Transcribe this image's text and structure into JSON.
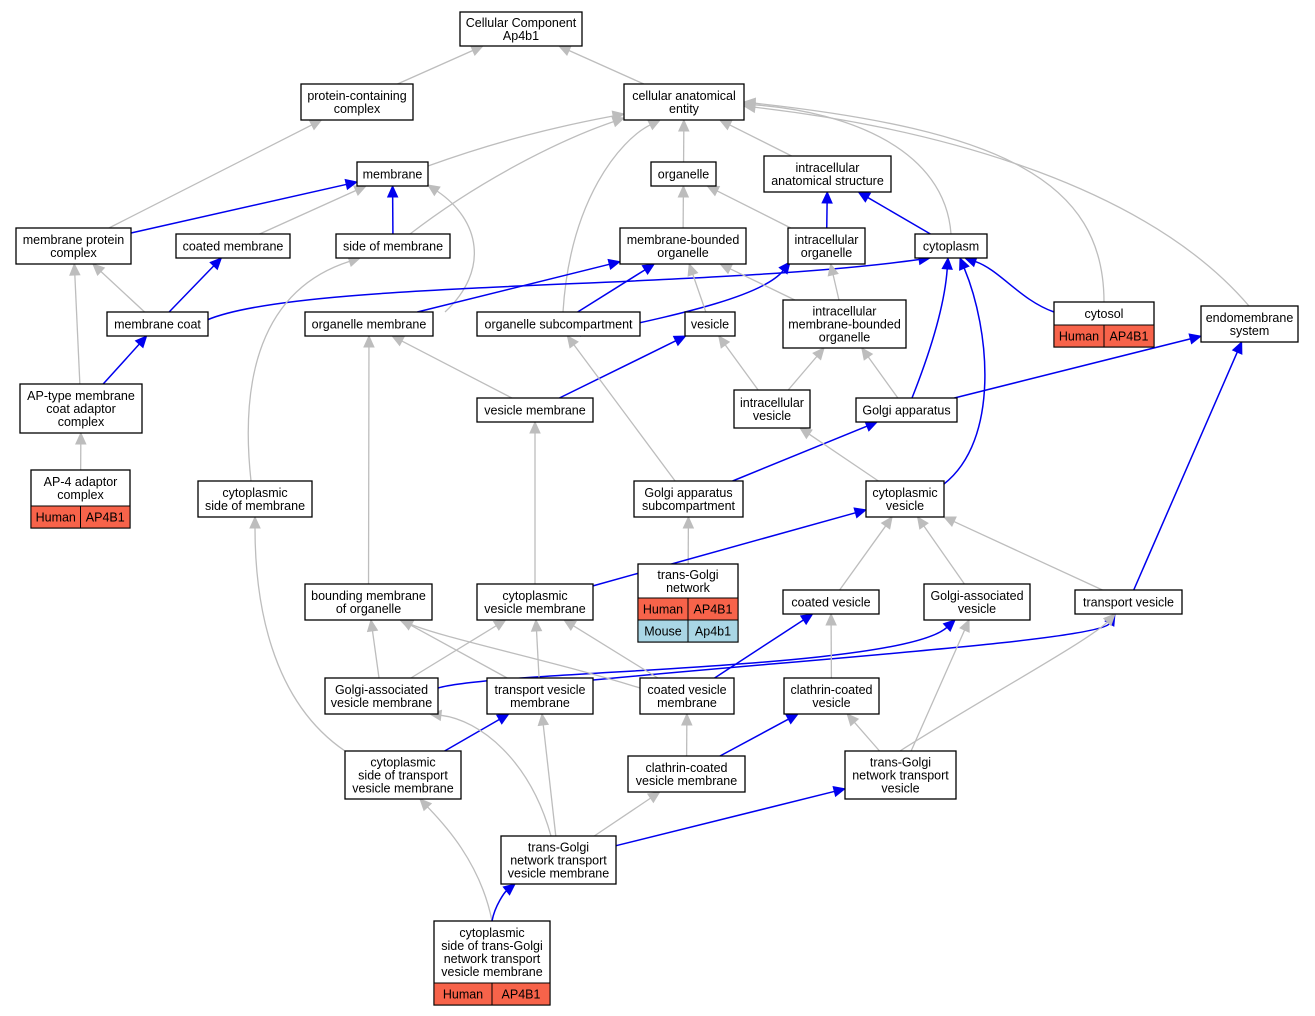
{
  "colors": {
    "human": "#f7634a",
    "mouse": "#a9d6e5",
    "is_a_edge": "#bdbdbd",
    "part_of_edge": "#0000ee"
  },
  "nodes": {
    "root": [
      "Cellular Component",
      "Ap4b1"
    ],
    "protein_containing_complex": [
      "protein-containing",
      "complex"
    ],
    "cellular_anatomical_entity": [
      "cellular anatomical",
      "entity"
    ],
    "membrane": [
      "membrane"
    ],
    "organelle": [
      "organelle"
    ],
    "intracellular_anatomical_structure": [
      "intracellular",
      "anatomical structure"
    ],
    "membrane_protein_complex": [
      "membrane protein",
      "complex"
    ],
    "coated_membrane": [
      "coated membrane"
    ],
    "side_of_membrane": [
      "side of membrane"
    ],
    "membrane_bounded_organelle": [
      "membrane-bounded",
      "organelle"
    ],
    "intracellular_organelle": [
      "intracellular",
      "organelle"
    ],
    "cytoplasm": [
      "cytoplasm"
    ],
    "cytosol": [
      "cytosol"
    ],
    "endomembrane_system": [
      "endomembrane",
      "system"
    ],
    "membrane_coat": [
      "membrane coat"
    ],
    "organelle_membrane": [
      "organelle membrane"
    ],
    "organelle_subcompartment": [
      "organelle subcompartment"
    ],
    "vesicle": [
      "vesicle"
    ],
    "intracellular_membrane_bounded_organelle": [
      "intracellular",
      "membrane-bounded",
      "organelle"
    ],
    "ap_type_complex": [
      "AP-type membrane",
      "coat adaptor",
      "complex"
    ],
    "vesicle_membrane": [
      "vesicle membrane"
    ],
    "intracellular_vesicle": [
      "intracellular",
      "vesicle"
    ],
    "golgi_apparatus": [
      "Golgi apparatus"
    ],
    "ap4_complex": [
      "AP-4 adaptor",
      "complex"
    ],
    "cytoplasmic_side_of_membrane": [
      "cytoplasmic",
      "side of membrane"
    ],
    "golgi_subcompartment": [
      "Golgi apparatus",
      "subcompartment"
    ],
    "cytoplasmic_vesicle": [
      "cytoplasmic",
      "vesicle"
    ],
    "trans_golgi_network": [
      "trans-Golgi",
      "network"
    ],
    "bounding_membrane_of_organelle": [
      "bounding membrane",
      "of organelle"
    ],
    "cytoplasmic_vesicle_membrane": [
      "cytoplasmic",
      "vesicle membrane"
    ],
    "coated_vesicle": [
      "coated vesicle"
    ],
    "golgi_associated_vesicle": [
      "Golgi-associated",
      "vesicle"
    ],
    "transport_vesicle": [
      "transport vesicle"
    ],
    "golgi_associated_vesicle_membrane": [
      "Golgi-associated",
      "vesicle membrane"
    ],
    "transport_vesicle_membrane": [
      "transport vesicle",
      "membrane"
    ],
    "coated_vesicle_membrane": [
      "coated vesicle",
      "membrane"
    ],
    "clathrin_coated_vesicle": [
      "clathrin-coated",
      "vesicle"
    ],
    "cytoplasmic_side_transport_vesicle_membrane": [
      "cytoplasmic",
      "side of transport",
      "vesicle membrane"
    ],
    "clathrin_coated_vesicle_membrane": [
      "clathrin-coated",
      "vesicle membrane"
    ],
    "tgn_transport_vesicle": [
      "trans-Golgi",
      "network transport",
      "vesicle"
    ],
    "tgn_transport_vesicle_membrane": [
      "trans-Golgi",
      "network transport",
      "vesicle membrane"
    ],
    "cytoplasmic_side_tgn_transport_vesicle_membrane": [
      "cytoplasmic",
      "side of trans-Golgi",
      "network transport",
      "vesicle membrane"
    ]
  },
  "annotations": {
    "cytosol": [
      {
        "species": "Human",
        "gene": "AP4B1"
      }
    ],
    "ap4_complex": [
      {
        "species": "Human",
        "gene": "AP4B1"
      }
    ],
    "trans_golgi_network": [
      {
        "species": "Human",
        "gene": "AP4B1"
      },
      {
        "species": "Mouse",
        "gene": "Ap4b1"
      }
    ],
    "cytoplasmic_side_tgn_transport_vesicle_membrane": [
      {
        "species": "Human",
        "gene": "AP4B1"
      }
    ]
  },
  "edges": [
    {
      "from": "protein_containing_complex",
      "to": "root",
      "type": "is_a"
    },
    {
      "from": "cellular_anatomical_entity",
      "to": "root",
      "type": "is_a"
    },
    {
      "from": "membrane_protein_complex",
      "to": "protein_containing_complex",
      "type": "is_a"
    },
    {
      "from": "membrane",
      "to": "cellular_anatomical_entity",
      "type": "is_a"
    },
    {
      "from": "organelle",
      "to": "cellular_anatomical_entity",
      "type": "is_a"
    },
    {
      "from": "intracellular_anatomical_structure",
      "to": "cellular_anatomical_entity",
      "type": "is_a"
    },
    {
      "from": "side_of_membrane",
      "to": "cellular_anatomical_entity",
      "type": "is_a"
    },
    {
      "from": "organelle_subcompartment",
      "to": "cellular_anatomical_entity",
      "type": "is_a"
    },
    {
      "from": "cytoplasm",
      "to": "cellular_anatomical_entity",
      "type": "is_a"
    },
    {
      "from": "cytosol",
      "to": "cellular_anatomical_entity",
      "type": "is_a"
    },
    {
      "from": "endomembrane_system",
      "to": "cellular_anatomical_entity",
      "type": "is_a"
    },
    {
      "from": "membrane_protein_complex",
      "to": "membrane",
      "type": "part_of"
    },
    {
      "from": "coated_membrane",
      "to": "membrane",
      "type": "is_a"
    },
    {
      "from": "side_of_membrane",
      "to": "membrane",
      "type": "part_of"
    },
    {
      "from": "organelle_membrane",
      "to": "membrane",
      "type": "is_a"
    },
    {
      "from": "membrane_bounded_organelle",
      "to": "organelle",
      "type": "is_a"
    },
    {
      "from": "intracellular_organelle",
      "to": "organelle",
      "type": "is_a"
    },
    {
      "from": "intracellular_organelle",
      "to": "intracellular_anatomical_structure",
      "type": "part_of"
    },
    {
      "from": "cytoplasm",
      "to": "intracellular_anatomical_structure",
      "type": "part_of"
    },
    {
      "from": "membrane_coat",
      "to": "membrane_protein_complex",
      "type": "is_a"
    },
    {
      "from": "ap_type_complex",
      "to": "membrane_protein_complex",
      "type": "is_a"
    },
    {
      "from": "membrane_coat",
      "to": "coated_membrane",
      "type": "part_of"
    },
    {
      "from": "membrane_coat",
      "to": "cytoplasm",
      "type": "part_of"
    },
    {
      "from": "organelle_membrane",
      "to": "membrane_bounded_organelle",
      "type": "part_of"
    },
    {
      "from": "organelle_subcompartment",
      "to": "membrane_bounded_organelle",
      "type": "part_of"
    },
    {
      "from": "organelle_subcompartment",
      "to": "intracellular_organelle",
      "type": "part_of"
    },
    {
      "from": "vesicle",
      "to": "membrane_bounded_organelle",
      "type": "is_a"
    },
    {
      "from": "intracellular_membrane_bounded_organelle",
      "to": "membrane_bounded_organelle",
      "type": "is_a"
    },
    {
      "from": "intracellular_membrane_bounded_organelle",
      "to": "intracellular_organelle",
      "type": "is_a"
    },
    {
      "from": "cytosol",
      "to": "cytoplasm",
      "type": "part_of"
    },
    {
      "from": "ap_type_complex",
      "to": "membrane_coat",
      "type": "part_of"
    },
    {
      "from": "ap4_complex",
      "to": "ap_type_complex",
      "type": "is_a"
    },
    {
      "from": "vesicle_membrane",
      "to": "organelle_membrane",
      "type": "is_a"
    },
    {
      "from": "vesicle_membrane",
      "to": "vesicle",
      "type": "part_of"
    },
    {
      "from": "intracellular_vesicle",
      "to": "vesicle",
      "type": "is_a"
    },
    {
      "from": "intracellular_vesicle",
      "to": "intracellular_membrane_bounded_organelle",
      "type": "is_a"
    },
    {
      "from": "golgi_apparatus",
      "to": "intracellular_membrane_bounded_organelle",
      "type": "is_a"
    },
    {
      "from": "golgi_apparatus",
      "to": "cytoplasm",
      "type": "part_of"
    },
    {
      "from": "golgi_apparatus",
      "to": "endomembrane_system",
      "type": "part_of"
    },
    {
      "from": "cytoplasmic_side_of_membrane",
      "to": "side_of_membrane",
      "type": "is_a"
    },
    {
      "from": "golgi_subcompartment",
      "to": "organelle_subcompartment",
      "type": "is_a"
    },
    {
      "from": "golgi_subcompartment",
      "to": "golgi_apparatus",
      "type": "part_of"
    },
    {
      "from": "cytoplasmic_vesicle",
      "to": "intracellular_vesicle",
      "type": "is_a"
    },
    {
      "from": "cytoplasmic_vesicle",
      "to": "cytoplasm",
      "type": "part_of"
    },
    {
      "from": "trans_golgi_network",
      "to": "golgi_subcompartment",
      "type": "is_a"
    },
    {
      "from": "bounding_membrane_of_organelle",
      "to": "organelle_membrane",
      "type": "is_a"
    },
    {
      "from": "cytoplasmic_vesicle_membrane",
      "to": "vesicle_membrane",
      "type": "is_a"
    },
    {
      "from": "cytoplasmic_vesicle_membrane",
      "to": "cytoplasmic_vesicle",
      "type": "part_of"
    },
    {
      "from": "coated_vesicle",
      "to": "cytoplasmic_vesicle",
      "type": "is_a"
    },
    {
      "from": "golgi_associated_vesicle",
      "to": "cytoplasmic_vesicle",
      "type": "is_a"
    },
    {
      "from": "transport_vesicle",
      "to": "cytoplasmic_vesicle",
      "type": "is_a"
    },
    {
      "from": "transport_vesicle",
      "to": "endomembrane_system",
      "type": "part_of"
    },
    {
      "from": "golgi_associated_vesicle_membrane",
      "to": "bounding_membrane_of_organelle",
      "type": "is_a"
    },
    {
      "from": "golgi_associated_vesicle_membrane",
      "to": "cytoplasmic_vesicle_membrane",
      "type": "is_a"
    },
    {
      "from": "golgi_associated_vesicle_membrane",
      "to": "golgi_associated_vesicle",
      "type": "part_of"
    },
    {
      "from": "transport_vesicle_membrane",
      "to": "bounding_membrane_of_organelle",
      "type": "is_a"
    },
    {
      "from": "transport_vesicle_membrane",
      "to": "cytoplasmic_vesicle_membrane",
      "type": "is_a"
    },
    {
      "from": "transport_vesicle_membrane",
      "to": "transport_vesicle",
      "type": "part_of"
    },
    {
      "from": "coated_vesicle_membrane",
      "to": "bounding_membrane_of_organelle",
      "type": "is_a"
    },
    {
      "from": "coated_vesicle_membrane",
      "to": "cytoplasmic_vesicle_membrane",
      "type": "is_a"
    },
    {
      "from": "coated_vesicle_membrane",
      "to": "coated_vesicle",
      "type": "part_of"
    },
    {
      "from": "clathrin_coated_vesicle",
      "to": "coated_vesicle",
      "type": "is_a"
    },
    {
      "from": "cytoplasmic_side_transport_vesicle_membrane",
      "to": "cytoplasmic_side_of_membrane",
      "type": "is_a"
    },
    {
      "from": "cytoplasmic_side_transport_vesicle_membrane",
      "to": "transport_vesicle_membrane",
      "type": "part_of"
    },
    {
      "from": "clathrin_coated_vesicle_membrane",
      "to": "coated_vesicle_membrane",
      "type": "is_a"
    },
    {
      "from": "clathrin_coated_vesicle_membrane",
      "to": "clathrin_coated_vesicle",
      "type": "part_of"
    },
    {
      "from": "tgn_transport_vesicle",
      "to": "clathrin_coated_vesicle",
      "type": "is_a"
    },
    {
      "from": "tgn_transport_vesicle",
      "to": "golgi_associated_vesicle",
      "type": "is_a"
    },
    {
      "from": "tgn_transport_vesicle",
      "to": "transport_vesicle",
      "type": "is_a"
    },
    {
      "from": "tgn_transport_vesicle_membrane",
      "to": "golgi_associated_vesicle_membrane",
      "type": "is_a"
    },
    {
      "from": "tgn_transport_vesicle_membrane",
      "to": "transport_vesicle_membrane",
      "type": "is_a"
    },
    {
      "from": "tgn_transport_vesicle_membrane",
      "to": "clathrin_coated_vesicle_membrane",
      "type": "is_a"
    },
    {
      "from": "tgn_transport_vesicle_membrane",
      "to": "tgn_transport_vesicle",
      "type": "part_of"
    },
    {
      "from": "cytoplasmic_side_tgn_transport_vesicle_membrane",
      "to": "cytoplasmic_side_transport_vesicle_membrane",
      "type": "is_a"
    },
    {
      "from": "cytoplasmic_side_tgn_transport_vesicle_membrane",
      "to": "tgn_transport_vesicle_membrane",
      "type": "part_of"
    }
  ]
}
